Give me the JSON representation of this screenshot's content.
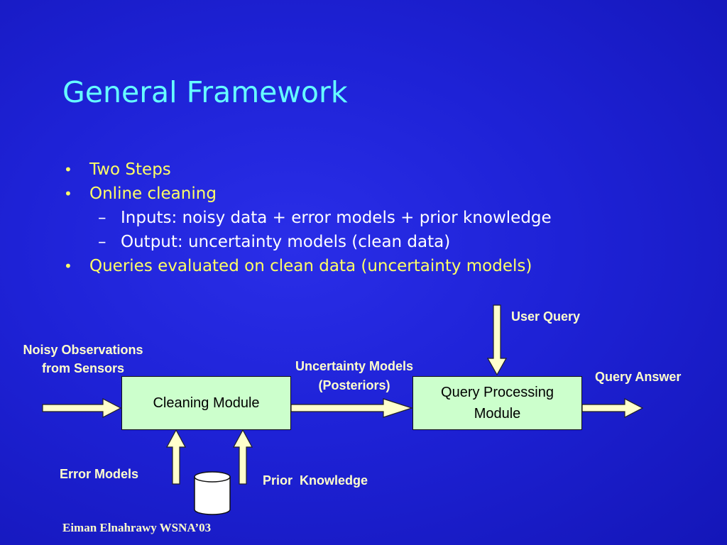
{
  "slide": {
    "title": "General Framework",
    "bullets": [
      {
        "level": 1,
        "text": "Two Steps"
      },
      {
        "level": 1,
        "text": "Online cleaning"
      },
      {
        "level": 2,
        "text": "Inputs: noisy data + error models + prior knowledge"
      },
      {
        "level": 2,
        "text": "Output: uncertainty models (clean data)"
      },
      {
        "level": 1,
        "text": "Queries evaluated on clean data (uncertainty models)"
      }
    ],
    "footer": "Eiman Elnahrawy WSNA’03"
  },
  "diagram": {
    "boxes": {
      "cleaning": "Cleaning Module",
      "query_line1": "Query Processing",
      "query_line2": "Module"
    },
    "labels": {
      "noisy_line1": "Noisy Observations",
      "noisy_line2": "from Sensors",
      "uncertainty_line1": "Uncertainty Models",
      "uncertainty_line2": "(Posteriors)",
      "user_query": "User Query",
      "query_answer": "Query Answer",
      "error_models": "Error Models",
      "prior_knowledge": "Prior  Knowledge"
    },
    "icons": {
      "database": "database-cylinder-icon"
    },
    "colors": {
      "arrow_fill": "#ffffcc",
      "box_fill": "#ccffcc",
      "title": "#66ffff",
      "bullet_text": "#ffff66"
    }
  }
}
